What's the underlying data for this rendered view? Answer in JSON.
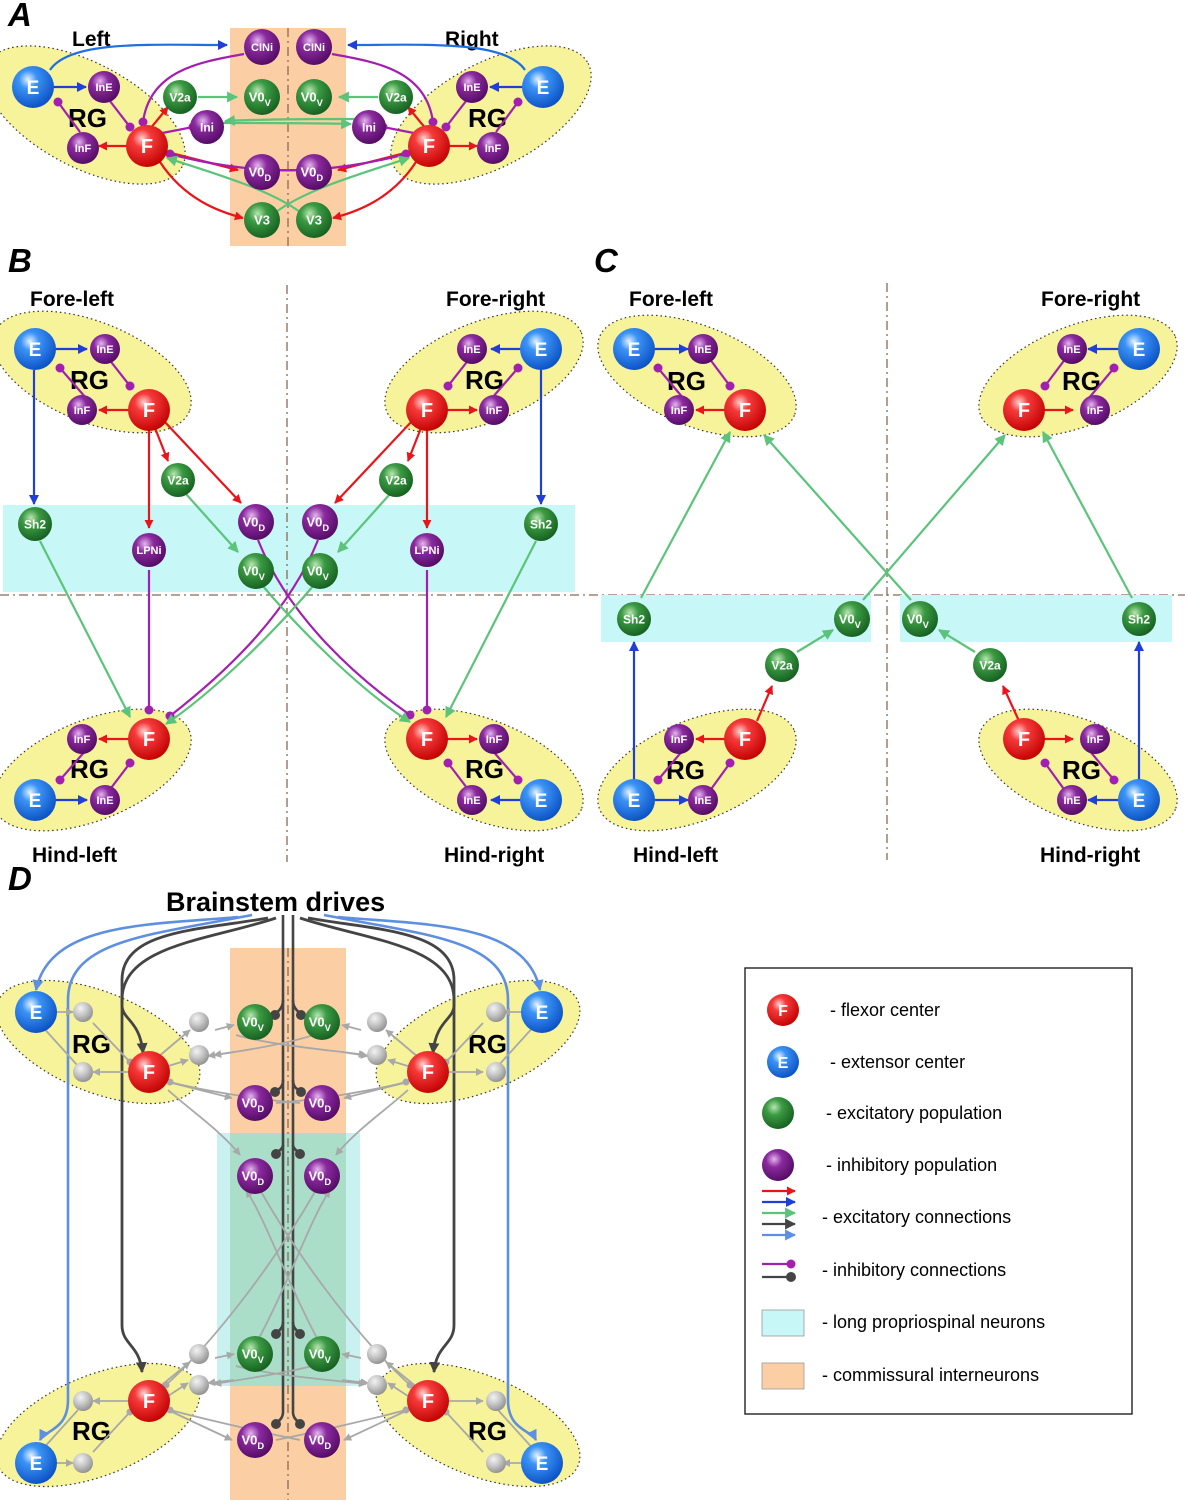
{
  "panels": {
    "A": {
      "label": "A",
      "left_title": "Left",
      "right_title": "Right",
      "rg": "RG",
      "nodes": {
        "E": "E",
        "F": "F",
        "InE": "InE",
        "InF": "InF",
        "V2a": "V2a",
        "Ini": "Ini",
        "CINi": "CINi",
        "V0V": "V0",
        "V0D": "V0",
        "V3": "V3",
        "subV": "V",
        "subD": "D"
      }
    },
    "B": {
      "label": "B",
      "fore_left": "Fore-left",
      "fore_right": "Fore-right",
      "hind_left": "Hind-left",
      "hind_right": "Hind-right",
      "rg": "RG",
      "nodes": {
        "E": "E",
        "F": "F",
        "InE": "InE",
        "InF": "InF",
        "V2a": "V2a",
        "Sh2": "Sh2",
        "LPNi": "LPNi",
        "V0V": "V0",
        "V0D": "V0",
        "subV": "V",
        "subD": "D"
      }
    },
    "C": {
      "label": "C",
      "fore_left": "Fore-left",
      "fore_right": "Fore-right",
      "hind_left": "Hind-left",
      "hind_right": "Hind-right",
      "rg": "RG",
      "nodes": {
        "E": "E",
        "F": "F",
        "InE": "InE",
        "InF": "InF",
        "V2a": "V2a",
        "Sh2": "Sh2",
        "V0V": "V0",
        "subV": "V"
      }
    },
    "D": {
      "label": "D",
      "title": "Brainstem drives",
      "rg": "RG",
      "nodes": {
        "E": "E",
        "F": "F",
        "V0V": "V0",
        "V0D": "V0",
        "subV": "V",
        "subD": "D"
      }
    }
  },
  "legend": {
    "items": [
      {
        "symbol": "F",
        "text": "- flexor center"
      },
      {
        "symbol": "E",
        "text": "- extensor center"
      },
      {
        "text": "- excitatory population"
      },
      {
        "text": "- inhibitory population"
      },
      {
        "text": "- excitatory connections"
      },
      {
        "text": "- inhibitory connections"
      },
      {
        "text": "- long propriospinal neurons"
      },
      {
        "text": "- commissural interneurons"
      }
    ]
  },
  "colors": {
    "flexor": "#e8151b",
    "extensor": "#1c6fe0",
    "excitatory_pop": "#2c8a3c",
    "inhibitory_pop": "#7c1d8e",
    "propriospinal_band": "#c7f7f7",
    "commissural_band": "#fbcfa3",
    "rg_halo": "#f6f39a"
  }
}
